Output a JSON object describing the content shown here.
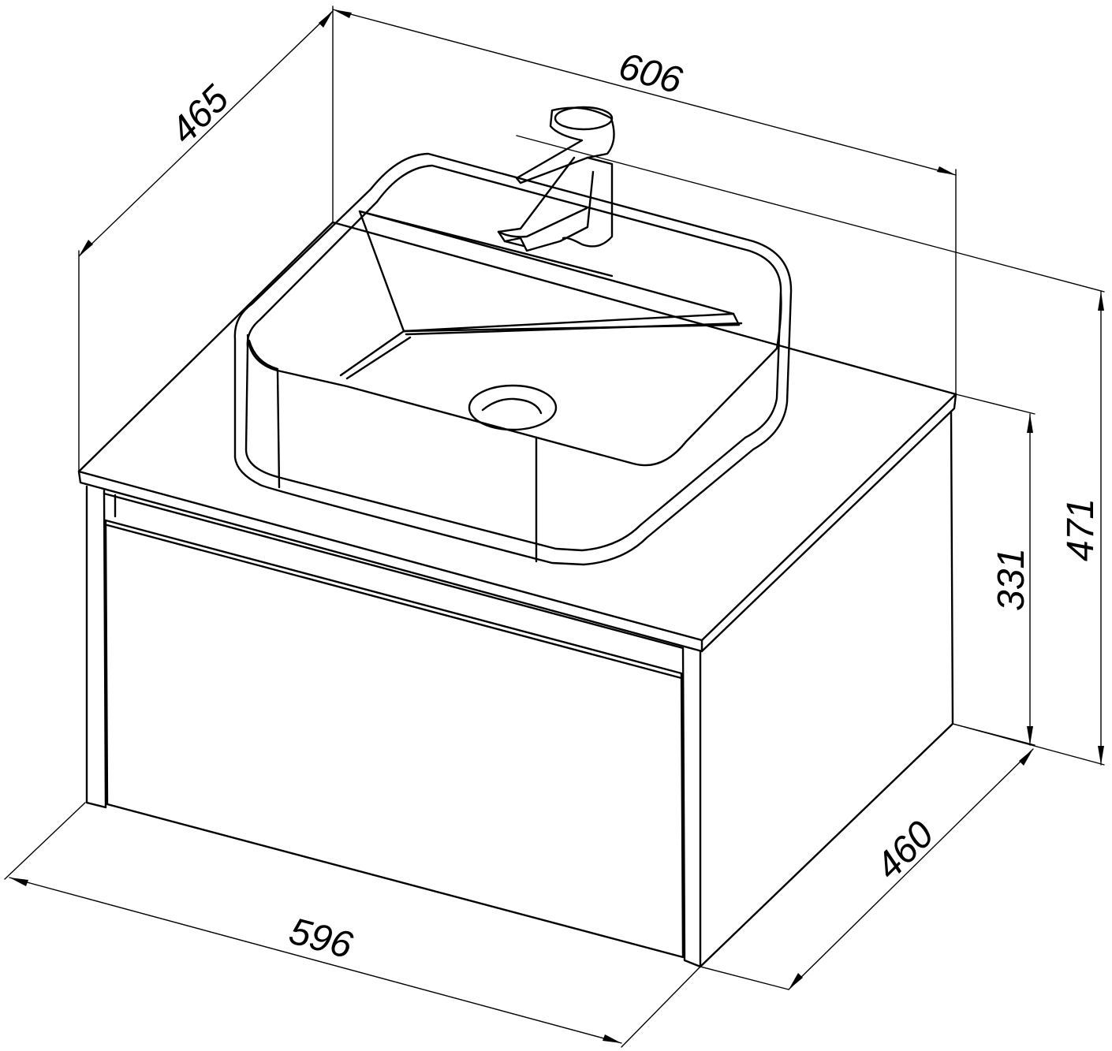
{
  "drawing": {
    "subject": "wall-hung vanity cabinet with vessel sink and faucet",
    "line_color": "#000000",
    "background": "#ffffff"
  },
  "dimensions": {
    "top_width": "606",
    "top_depth": "465",
    "cabinet_width": "596",
    "cabinet_depth": "460",
    "cabinet_height": "331",
    "total_height": "471"
  }
}
